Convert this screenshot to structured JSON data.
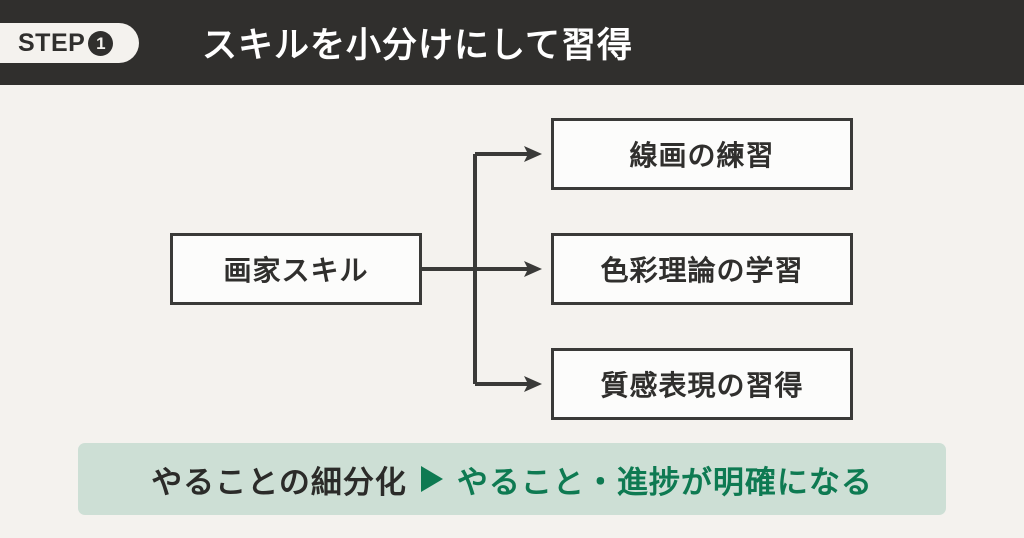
{
  "header": {
    "step_label": "STEP",
    "step_number": "1",
    "title": "スキルを小分けにして習得",
    "bg_color": "#302F2D",
    "badge_bg_color": "#F4F2EE",
    "title_color": "#FFFFFF"
  },
  "diagram": {
    "source_node": "画家スキル",
    "children": [
      {
        "label": "線画の練習"
      },
      {
        "label": "色彩理論の学習"
      },
      {
        "label": "質感表現の習得"
      }
    ],
    "node_fill": "#FCFCFB",
    "node_border_color": "#3A3A38",
    "connector_color": "#3A3A38"
  },
  "callout": {
    "before_text": "やることの細分化",
    "marker": "triangle-right-icon",
    "after_text": "やること・進捗が明確になる",
    "bg_color": "#CDDFD5",
    "accent_color": "#0E7A52",
    "before_color": "#2B2B29"
  },
  "page": {
    "background_color": "#F4F2EE"
  }
}
